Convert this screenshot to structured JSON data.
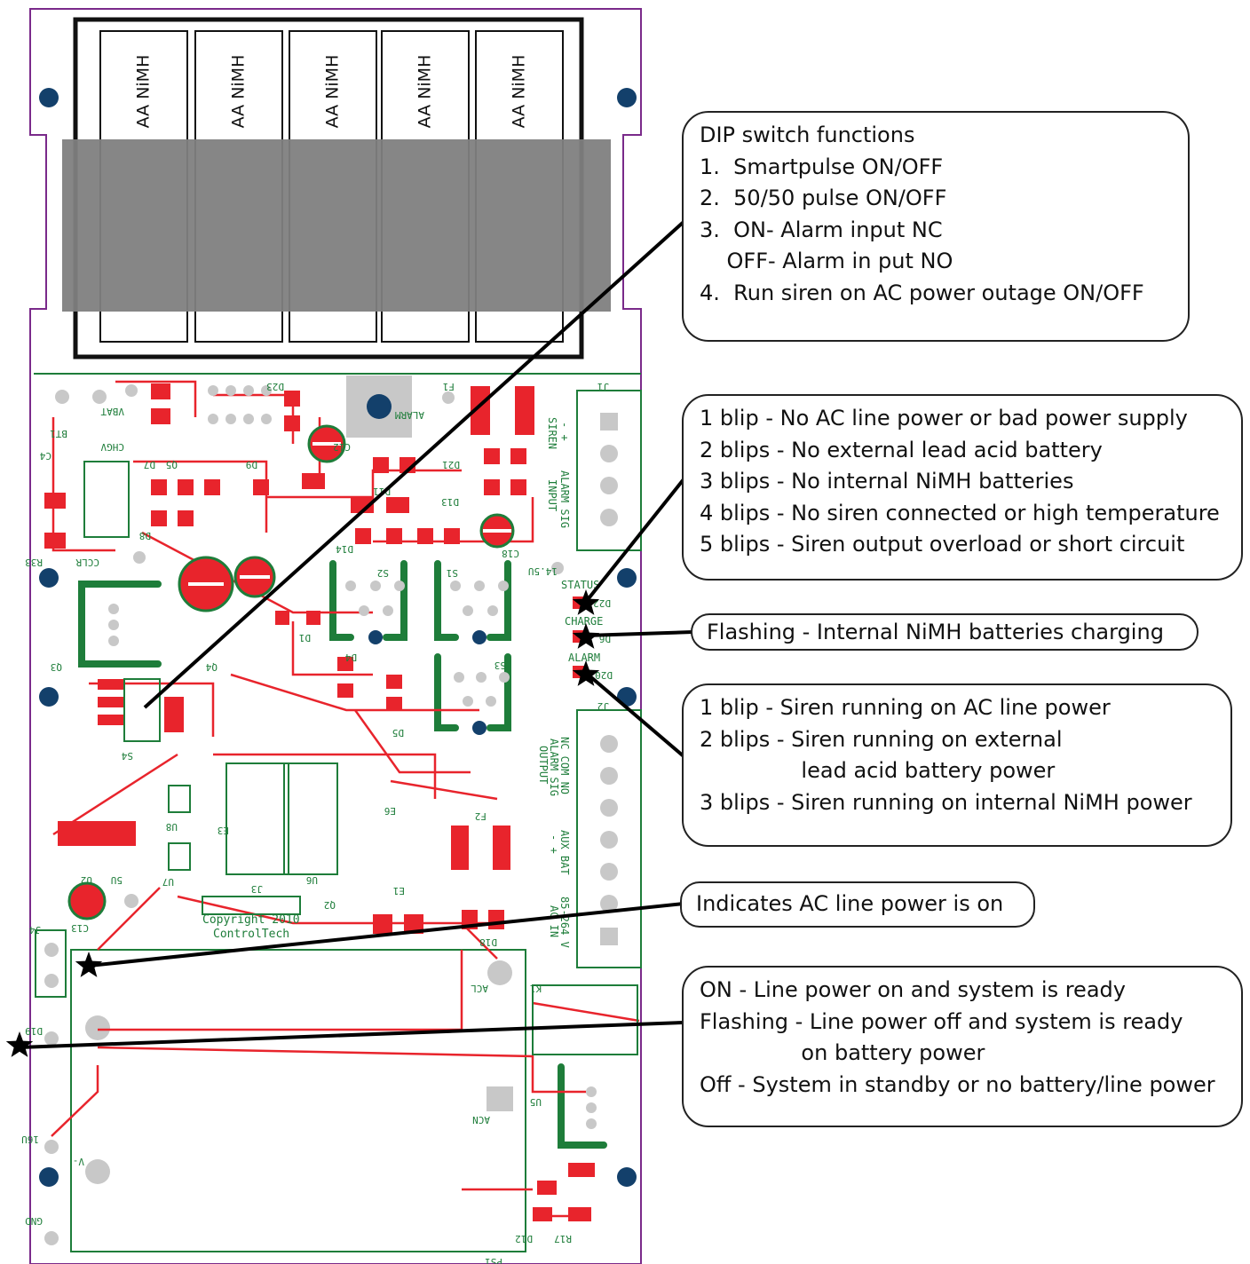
{
  "battery_labels": [
    "AA NiMH",
    "AA NiMH",
    "AA NiMH",
    "AA NiMH",
    "AA NiMH"
  ],
  "callouts": {
    "dip": [
      "DIP switch functions",
      "1.  Smartpulse ON/OFF",
      "2.  50/50 pulse ON/OFF",
      "3.  ON- Alarm input NC",
      "    OFF- Alarm in put NO",
      "4.  Run siren on AC power outage ON/OFF"
    ],
    "status": [
      "1 blip - No AC line power or bad power supply",
      "2 blips - No external lead acid battery",
      "3 blips - No internal NiMH batteries",
      "4 blips - No siren connected or high temperature",
      "5 blips - Siren output overload or short circuit"
    ],
    "charge": [
      "Flashing - Internal NiMH batteries charging"
    ],
    "alarm": [
      "1 blip - Siren running on AC line power",
      "2 blips - Siren running on external",
      "               lead acid battery power",
      "3 blips - Siren running on internal NiMH power"
    ],
    "acpower": [
      "Indicates AC line power is on"
    ],
    "system": [
      "ON - Line power on and system is ready",
      "Flashing - Line power off and system is ready",
      "               on battery power",
      "Off - System in standby or no battery/line power"
    ]
  },
  "pcb": {
    "j1_labels": [
      "SIREN",
      "-   +",
      "ALARM SIG",
      "INPUT"
    ],
    "j2_labels": [
      "NC COM NO",
      "ALARM SIG",
      "OUTPUT",
      "AUX BAT",
      "-   +",
      "85-264 V",
      "AC IN"
    ],
    "led_labels": [
      "STATUS",
      "CHARGE",
      "ALARM"
    ],
    "copyright": [
      "Copyright 2010",
      "ControlTech"
    ],
    "refs": [
      "J1",
      "J2",
      "J3",
      "J4",
      "S1",
      "S2",
      "S3",
      "S4",
      "D1",
      "D4",
      "D5",
      "D6",
      "D20",
      "D22",
      "C12",
      "C13",
      "C18",
      "U2",
      "U6",
      "U8",
      "U7",
      "Q2",
      "Q3",
      "Q4",
      "Q5",
      "K1",
      "F1",
      "F2",
      "PS1",
      "U5",
      "R33",
      "R17",
      "D12",
      "D19",
      "D23",
      "D21",
      "D13",
      "D14",
      "D11",
      "D8",
      "D7",
      "D9",
      "D18",
      "E1",
      "E3",
      "E6",
      "C4",
      "BT1",
      "VBAT",
      "CHGV",
      "CCLR",
      "5U",
      "16U",
      "14.5U",
      "GND",
      "ACN",
      "ACL",
      "V-",
      "ALARM"
    ]
  },
  "colors": {
    "trace": "#e8242c",
    "silk": "#1e7d3a",
    "pad": "#c8c8c8",
    "hole": "#13406b",
    "outline": "#7a2a8a",
    "shade": "#808080"
  }
}
